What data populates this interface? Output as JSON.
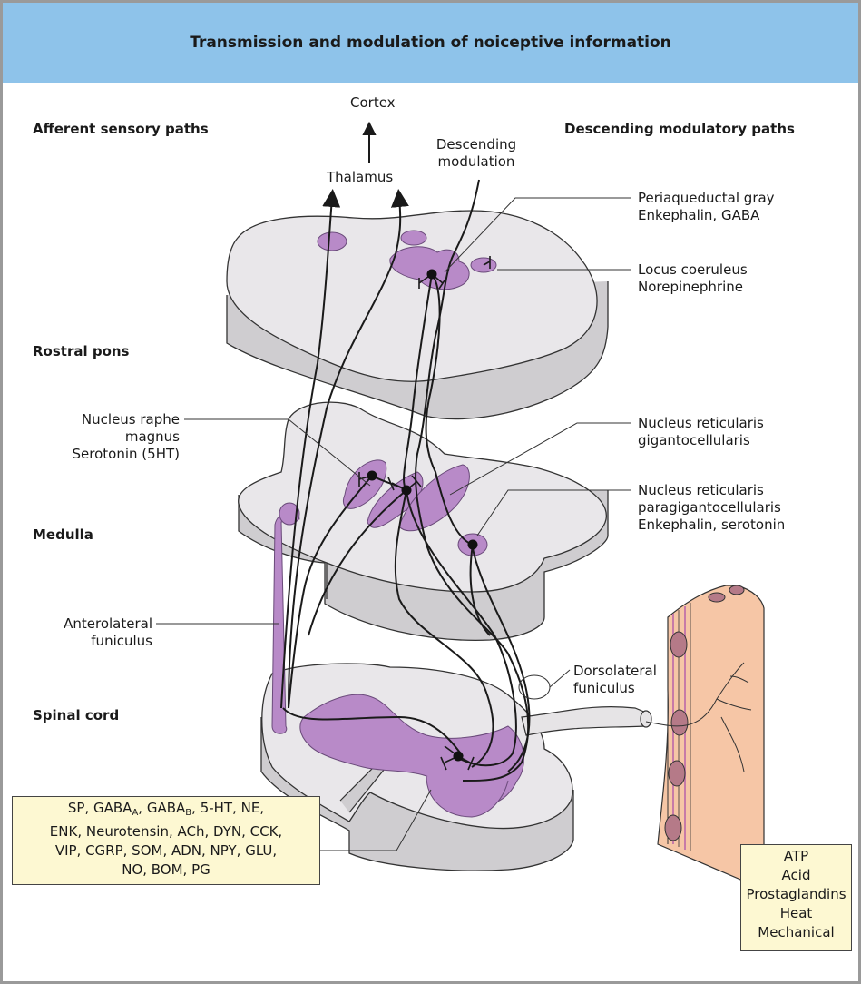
{
  "title": "Transmission and modulation of noiceptive information",
  "sections": {
    "afferent": "Afferent sensory paths",
    "descending": "Descending modulatory paths",
    "rostral_pons": "Rostral pons",
    "medulla": "Medulla",
    "spinal_cord": "Spinal cord"
  },
  "labels": {
    "cortex": "Cortex",
    "thalamus": "Thalamus",
    "descending_modulation_1": "Descending",
    "descending_modulation_2": "modulation",
    "pag_1": "Periaqueductal gray",
    "pag_2": "Enkephalin, GABA",
    "lc_1": "Locus coeruleus",
    "lc_2": "Norepinephrine",
    "nrm_1": "Nucleus raphe",
    "nrm_2": "magnus",
    "nrm_3": "Serotonin (5HT)",
    "nrg_1": "Nucleus reticularis",
    "nrg_2": "gigantocellularis",
    "nrpg_1": "Nucleus reticularis",
    "nrpg_2": "paragigantocellularis",
    "nrpg_3": "Enkephalin, serotonin",
    "alf_1": "Anterolateral",
    "alf_2": "funiculus",
    "dlf_1": "Dorsolateral",
    "dlf_2": "funiculus"
  },
  "neurotransmitter_box": {
    "line1_a": "SP, GABA",
    "line1_sub1": "A",
    "line1_b": ", GABA",
    "line1_sub2": "B",
    "line1_c": ", 5-HT, NE,",
    "line2": "ENK, Neurotensin, ACh, DYN, CCK,",
    "line3": "VIP, CGRP, SOM, ADN, NPY, GLU,",
    "line4": "NO, BOM, PG"
  },
  "stimuli_box": [
    "ATP",
    "Acid",
    "Prostaglandins",
    "Heat",
    "Mechanical"
  ],
  "colors": {
    "header": "#8ec3ea",
    "tissue": "#e6e4e6",
    "gray_matter": "#b88ac8",
    "skin": "#f6c6a6",
    "box": "#fdf8d2"
  }
}
